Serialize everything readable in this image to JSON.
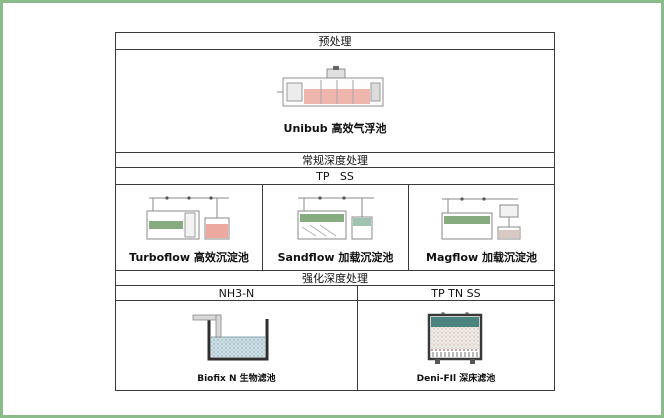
{
  "pretreatment": {
    "title": "预处理",
    "item_label": "Unibub 高效气浮池"
  },
  "conventional": {
    "title": "常规深度处理",
    "subtitle": "TP   SS",
    "items": [
      {
        "label": "Turboflow 高效沉淀池",
        "icon": "turboflow-clarifier-illustration"
      },
      {
        "label": "Sandflow 加载沉淀池",
        "icon": "sandflow-clarifier-illustration"
      },
      {
        "label": "Magflow 加载沉淀池",
        "icon": "magflow-clarifier-illustration"
      }
    ]
  },
  "enhanced": {
    "title": "强化深度处理",
    "columns": [
      {
        "header": "NH3-N",
        "label": "Biofix N 生物滤池",
        "icon": "biofix-filter-illustration"
      },
      {
        "header": "TP TN SS",
        "label": "Deni-FIl 深床滤池",
        "icon": "denifil-filter-illustration"
      }
    ]
  },
  "colors": {
    "frame_green": "#8abc8a",
    "table_border": "#3a3a3a",
    "tank_pink": "#efb6ae",
    "tank_green": "#86ab7e",
    "tank_teal": "#4b837e",
    "media_blue": "#cfe0e6",
    "media_sand": "#efe9e4"
  }
}
